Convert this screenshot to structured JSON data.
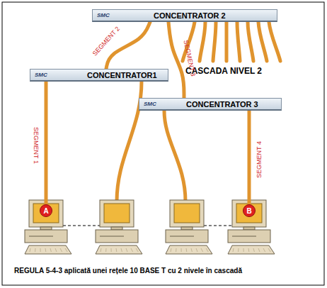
{
  "diagram": {
    "caption": "REGULA 5-4-3 aplicată unei rețele 10 BASE T cu 2 nivele în cascadă",
    "nodes": [
      {
        "text": [
          "SMC",
          "CONCENTRATOR 2"
        ]
      },
      {
        "text": [
          "SMC",
          "CONCENTRATOR1"
        ]
      },
      {
        "text": [
          "SMC",
          "CONCENTRATOR 3"
        ]
      },
      {
        "text": [
          "A"
        ]
      },
      {
        "text": [
          "B"
        ]
      }
    ],
    "edges": [
      {
        "from": 0,
        "to": 1,
        "arrow": "none",
        "label": "SEGMENT 2"
      },
      {
        "from": 0,
        "to": 2,
        "arrow": "none",
        "label": "SEGMENT 3"
      },
      {
        "from": 1,
        "to": 3,
        "arrow": "none",
        "label": "SEGMENT 1"
      },
      {
        "from": 2,
        "to": 4,
        "arrow": "none",
        "label": "SEGMENT 4"
      }
    ],
    "labels": [
      "CASCADA NIVEL 2"
    ]
  }
}
